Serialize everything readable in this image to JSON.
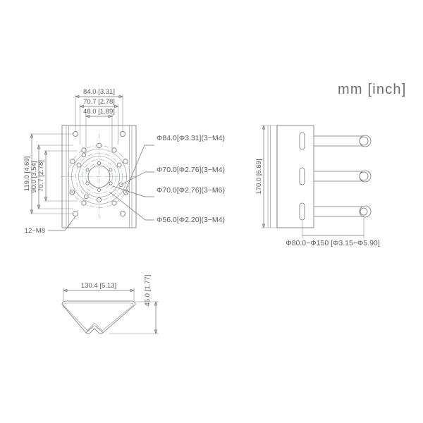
{
  "sheet": {
    "units_label": "mm [inch]",
    "background": "#ffffff",
    "line_color": "#6f7173",
    "text_color": "#58595b"
  },
  "front_view": {
    "name": "front-view",
    "top_dimensions": [
      {
        "id": "d84",
        "label": "84.0  [3.31]"
      },
      {
        "id": "d707",
        "label": "70.7  [2.78]"
      },
      {
        "id": "d48",
        "label": "48.0  [1.89]"
      }
    ],
    "left_dimensions": [
      {
        "id": "v119",
        "label": "119.0 [4.69]"
      },
      {
        "id": "v90",
        "label": "90.0 [3.54]"
      },
      {
        "id": "v707",
        "label": "70.7 [2.78]"
      }
    ],
    "callouts": [
      {
        "id": "c1",
        "label": "Φ84.0[Φ3.31](3−M4)"
      },
      {
        "id": "c2",
        "label": "Φ70.0[Φ2.76](3−M4)"
      },
      {
        "id": "c3",
        "label": "Φ70.0[Φ2.76](3−M6)"
      },
      {
        "id": "c4",
        "label": "Φ56.0[Φ2.20](3−M4)"
      }
    ],
    "corner_note": "12−M8"
  },
  "side_view": {
    "name": "side-view",
    "height_dimension": "170.0 [6.69]",
    "pole_range_dimension": "Φ80.0−Φ150 [Φ3.15−Φ5.90]",
    "arm_count": 3
  },
  "bottom_view": {
    "name": "bottom-view",
    "width_dimension": "130.4  [5.13]",
    "height_dimension": "45.0 [1.77]"
  }
}
